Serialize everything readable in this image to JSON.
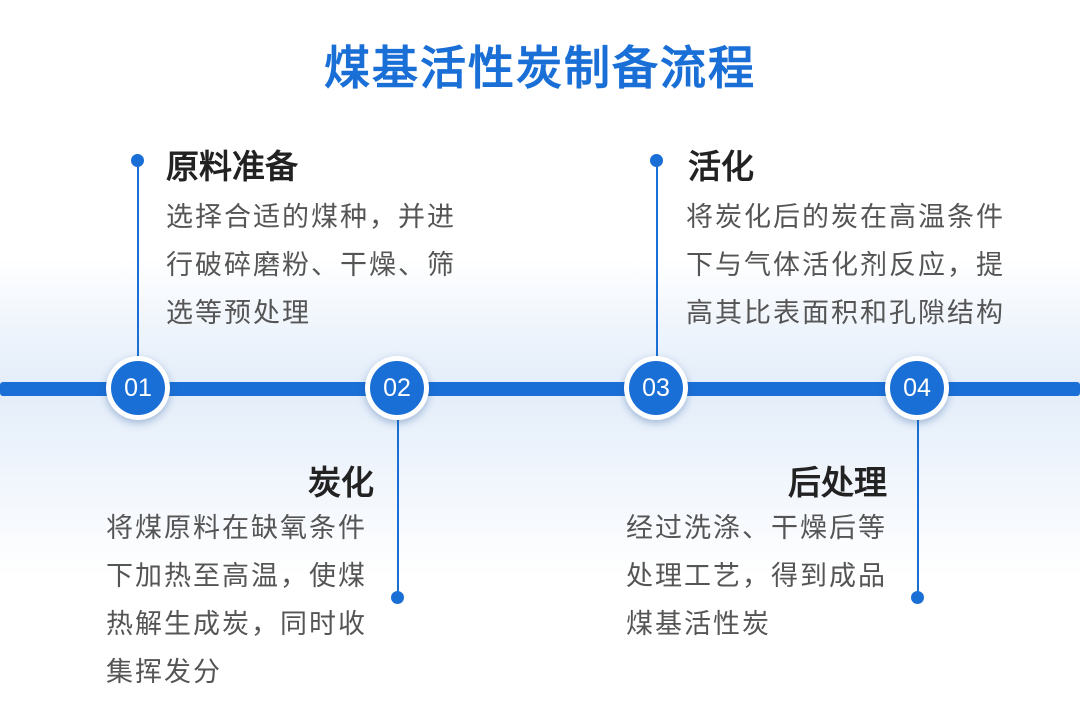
{
  "title": "煤基活性炭制备流程",
  "steps": [
    {
      "number": "01",
      "title": "原料准备",
      "desc_lines": [
        "选择合适的煤种，并进",
        "行破碎磨粉、干燥、筛",
        "选等预处理"
      ]
    },
    {
      "number": "02",
      "title": "炭化",
      "desc_lines": [
        "将煤原料在缺氧条件",
        "下加热至高温，使煤",
        "热解生成炭，同时收",
        "集挥发分"
      ]
    },
    {
      "number": "03",
      "title": "活化",
      "desc_lines": [
        "将炭化后的炭在高温条件",
        "下与气体活化剂反应，提",
        "高其比表面积和孔隙结构"
      ]
    },
    {
      "number": "04",
      "title": "后处理",
      "desc_lines": [
        "经过洗涤、干燥后等",
        "处理工艺，得到成品",
        "煤基活性炭"
      ]
    }
  ],
  "colors": {
    "accent": "#1a6fd6",
    "title_text": "#222222",
    "body_text": "#555555"
  }
}
